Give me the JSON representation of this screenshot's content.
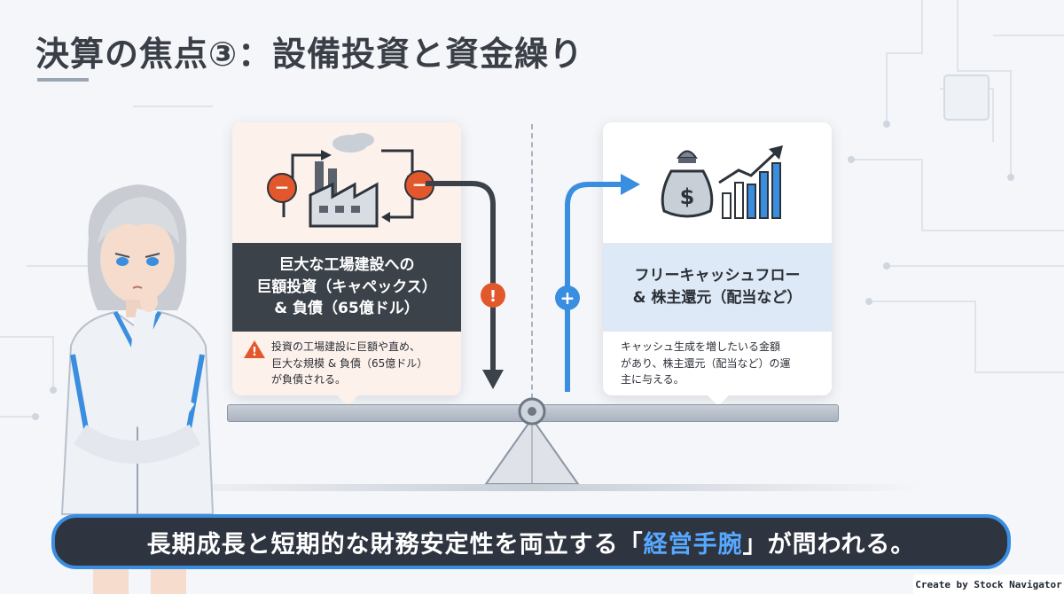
{
  "title": "決算の焦点③：設備投資と資金繰り",
  "left_panel": {
    "heading_line1": "巨大な工場建設への",
    "heading_line2": "巨額投資（キャペックス）",
    "heading_line3": "& 負債（65億ドル）",
    "note_line1": "投資の工場建設に巨額や直め、",
    "note_line2": "巨大な規模 & 負債（65億ドル）",
    "note_line3": "が負債される。",
    "minus_symbol": "−",
    "alert_symbol": "!"
  },
  "right_panel": {
    "heading_line1": "フリーキャッシュフロー",
    "heading_line2": "& 株主還元（配当など）",
    "note_line1": "キャッシュ生成を増したいる金額",
    "note_line2": "があり、株主還元（配当など）の運",
    "note_line3": "主に与える。",
    "plus_symbol": "+",
    "money_symbol": "$"
  },
  "bottom_banner": {
    "prefix": "長期成長と短期的な財務安定性を両立する「",
    "highlight": "経営手腕",
    "suffix": "」が問われる。"
  },
  "credit": "Create by Stock Navigator",
  "colors": {
    "accent_blue": "#3a8ee0",
    "alert_orange": "#e2572b",
    "dark_panel": "#3c424a",
    "light_panel": "#dde9f6"
  },
  "icons": [
    "factory-icon",
    "cycle-arrow-icon",
    "money-bag-icon",
    "growth-chart-icon",
    "warning-icon"
  ]
}
